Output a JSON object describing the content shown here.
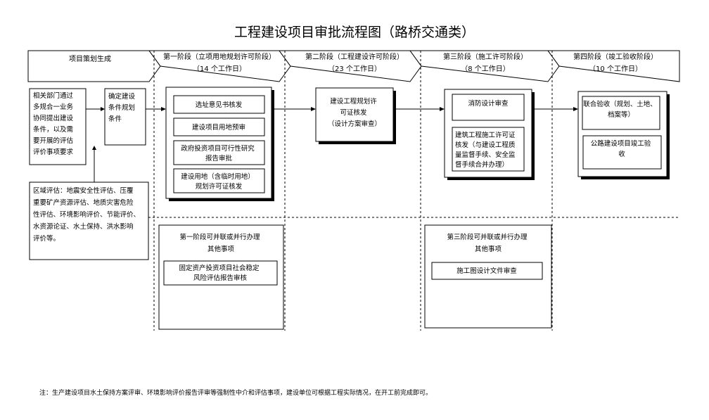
{
  "title": "工程建设项目审批流程图（路桥交通类）",
  "stages": [
    {
      "name": "项目策划生成",
      "days": ""
    },
    {
      "name": "第一阶段（立项用地规划许可阶段）",
      "days": "（14 个工作日）"
    },
    {
      "name": "第二阶段（工程建设许可阶段）",
      "days": "（23 个工作日）"
    },
    {
      "name": "第三阶段（施工许可阶段）",
      "days": "（8 个工作日）"
    },
    {
      "name": "第四阶段（竣工验收阶段）",
      "days": "（10 个工作日）"
    }
  ],
  "planning": {
    "dept_coord": [
      "相关部门通过",
      "多规合一业务",
      "协同提出建设",
      "条件，以及需",
      "要开展的评估",
      "评价事项要求"
    ],
    "confirm": [
      "确定建设",
      "条件规划",
      "条件"
    ],
    "region_eval": [
      "区域评估：地震安全性评估、压覆",
      "重要矿产资源评估、地质灾害危险",
      "性评估、环境影响评价、节能评价、",
      "水资源论证、水土保持、洪水影响",
      "评价等。"
    ]
  },
  "stage1": {
    "items": [
      [
        "选址意见书核发"
      ],
      [
        "建设项目用地预审"
      ],
      [
        "政府投资项目可行性研究",
        "报告审批"
      ],
      [
        "建设用地（含临时用地）",
        "规划许可证核发"
      ]
    ],
    "parallel_title": [
      "第一阶段可并联或并行办理",
      "其他事项"
    ],
    "parallel_items": [
      [
        "固定资产投资项目社会稳定",
        "风险评估报告审核"
      ]
    ]
  },
  "stage2": {
    "items": [
      [
        "建设工程规划许",
        "可证核发",
        "（设计方案审查）"
      ]
    ]
  },
  "stage3": {
    "items": [
      [
        "消防设计审查"
      ],
      [
        "建筑工程施工许可证",
        "核发（与建设工程质",
        "量监督手续、安全监",
        "督手续合并办理）"
      ]
    ],
    "parallel_title": [
      "第三阶段可并联或并行办理",
      "其他事项"
    ],
    "parallel_items": [
      [
        "施工图设计文件审查"
      ]
    ]
  },
  "stage4": {
    "items": [
      [
        "联合验收（规划、土地、",
        "档案等）"
      ],
      [
        "公路建设项目竣工验",
        "收"
      ]
    ]
  },
  "note": "注：生产建设项目水土保持方案评审、环境影响评价报告评审等强制性中介和评估事项，建设单位可根据工程实际情况，在开工前完成即可。"
}
